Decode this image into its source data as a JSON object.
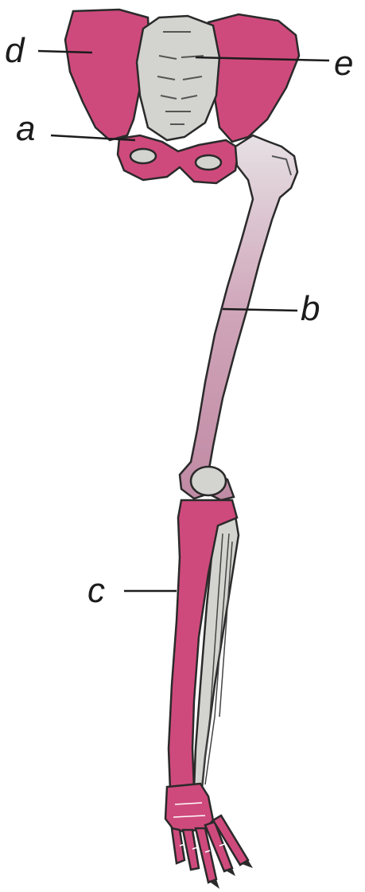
{
  "labels": {
    "a": "a",
    "b": "b",
    "c": "c",
    "d": "d",
    "e": "e"
  },
  "colors": {
    "bone_pink": "#cf4a7c",
    "bone_light": "#d6a9bd",
    "cartilage_grey": "#d3d3cf",
    "outline": "#2a2a2a",
    "leader_line": "#1c1c1c"
  }
}
